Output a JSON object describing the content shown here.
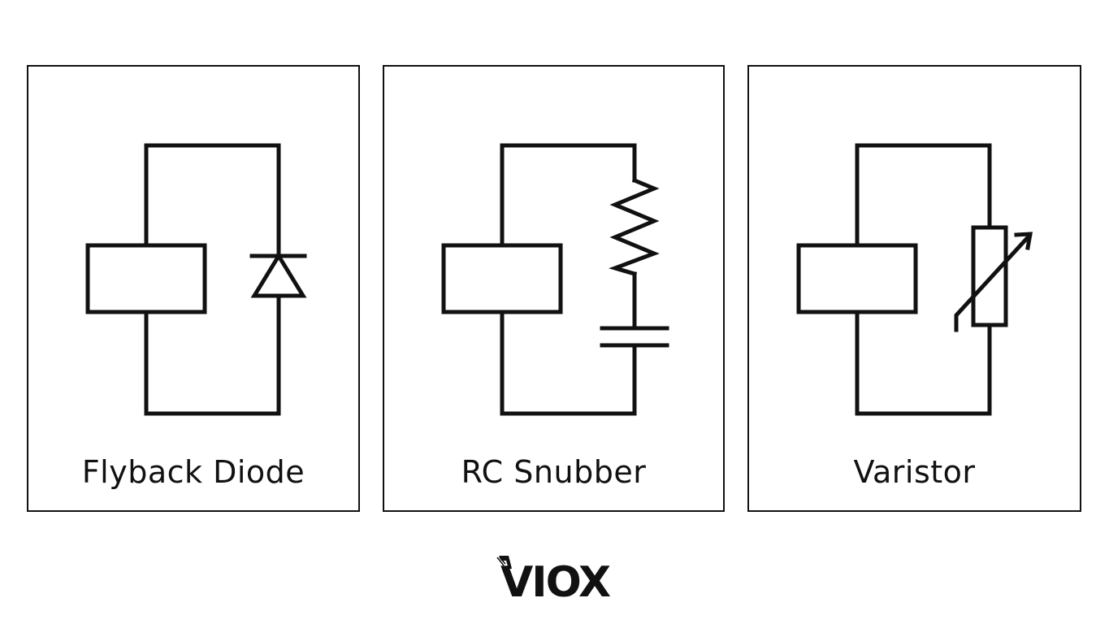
{
  "panels": [
    {
      "id": "flyback",
      "label": "Flyback Diode"
    },
    {
      "id": "rc",
      "label": "RC Snubber"
    },
    {
      "id": "varistor",
      "label": "Varistor"
    }
  ],
  "logo": {
    "text": "VIOX"
  },
  "colors": {
    "stroke": "#111111",
    "background": "#ffffff"
  }
}
